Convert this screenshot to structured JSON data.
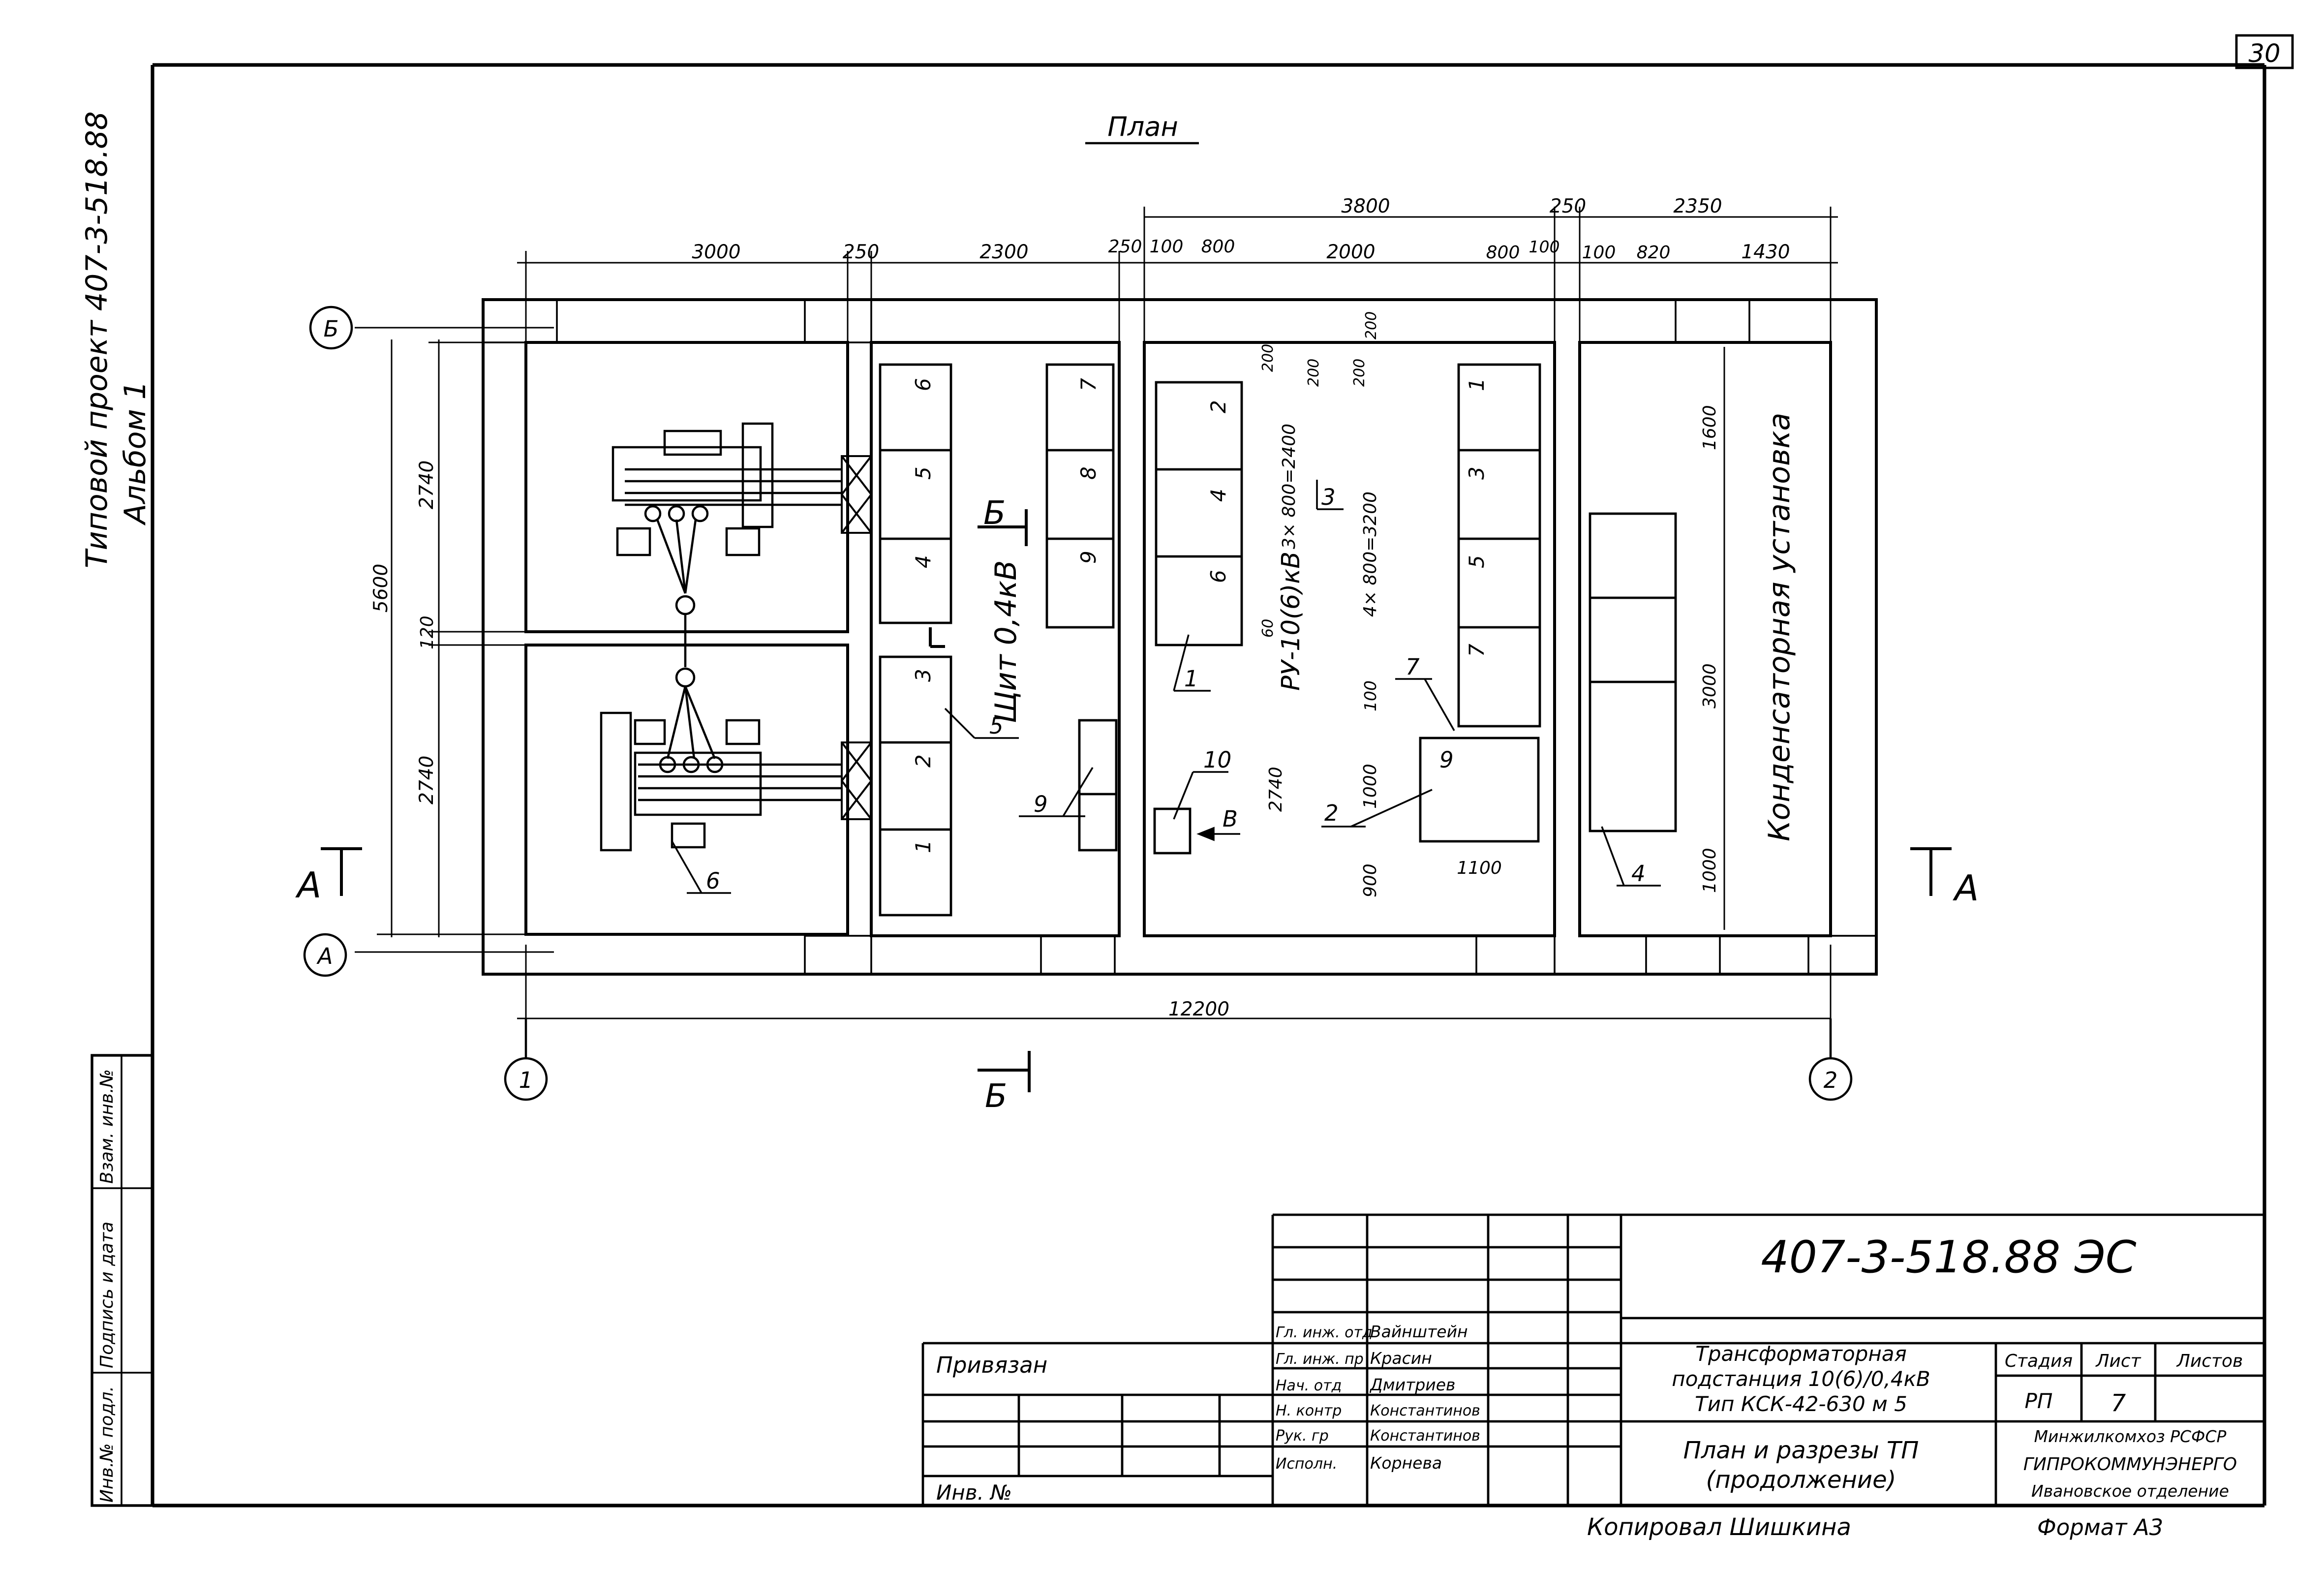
{
  "sheet": {
    "page_number": "30",
    "side_text": [
      "Типовой проект 407-3-518.88",
      "Альбом 1"
    ],
    "stamp_cols": [
      "Инв.№ подл.",
      "Подпись и дата",
      "Взам. инв.№"
    ],
    "copied_by": "Копировал Шишкина",
    "format": "Формат А3"
  },
  "plan": {
    "title": "План",
    "axes": {
      "b_top": "Б",
      "a_bottom": "А",
      "col_left": "1",
      "col_right": "2"
    },
    "section_marks": {
      "a_left": "А",
      "a_right": "А",
      "b_top": "Б",
      "b_bottom": "Б"
    },
    "dims_top": [
      "3000",
      "250",
      "2300",
      "250",
      "100",
      "800",
      "2000",
      "800",
      "100",
      "100",
      "820",
      "1430"
    ],
    "dims_top_upper": [
      "3800",
      "250",
      "2350"
    ],
    "dims_left": [
      "5600",
      "2740",
      "120",
      "2740"
    ],
    "dim_total": "12200",
    "ru_dims": [
      "200",
      "200",
      "200",
      "200",
      "60",
      "100",
      "1000",
      "900",
      "1100",
      "2740",
      "3× 800=2400",
      "4× 800=3200"
    ],
    "cond_dims": [
      "1600",
      "3000",
      "1000"
    ],
    "room_labels": {
      "panel_04": "Щит 0,4кВ",
      "ru_10": "РУ-10(6)кВ",
      "capacitor": "Конденсаторная установка"
    },
    "left_cabinets": [
      "6",
      "5",
      "4",
      "3",
      "2",
      "1"
    ],
    "right_cabinets": [
      "7",
      "8",
      "9"
    ],
    "ru_left_cells": [
      "2",
      "4",
      "6"
    ],
    "ru_right_cells": [
      "1",
      "3",
      "5",
      "7"
    ],
    "callouts": [
      "6",
      "5",
      "9",
      "10",
      "1",
      "3",
      "2",
      "7",
      "9",
      "4"
    ],
    "arrow_label": "В"
  },
  "title_block": {
    "doc_code": "407-3-518.88 ЭС",
    "bound_label": "Привязан",
    "inv_label": "Инв. №",
    "signatures": [
      {
        "role": "Гл. инж. отд",
        "name": "Вайнштейн"
      },
      {
        "role": "Гл. инж. пр",
        "name": "Красин"
      },
      {
        "role": "Нач. отд",
        "name": "Дмитриев"
      },
      {
        "role": "Н. контр",
        "name": "Константинов"
      },
      {
        "role": "Рук. гр",
        "name": "Константинов"
      },
      {
        "role": "Исполн.",
        "name": "Корнева"
      }
    ],
    "object_name": [
      "Трансформаторная",
      "подстанция 10(6)/0,4кВ",
      "Тип КСК-42-630 м 5"
    ],
    "sheet_name": [
      "План и разрезы ТП",
      "(продолжение)"
    ],
    "headers": {
      "stage": "Стадия",
      "sheet": "Лист",
      "sheets": "Листов"
    },
    "stage": "РП",
    "sheet_no": "7",
    "org": [
      "Минжилкомхоз РСФСР",
      "ГИПРОКОММУНЭНЕРГО",
      "Ивановское отделение"
    ]
  }
}
